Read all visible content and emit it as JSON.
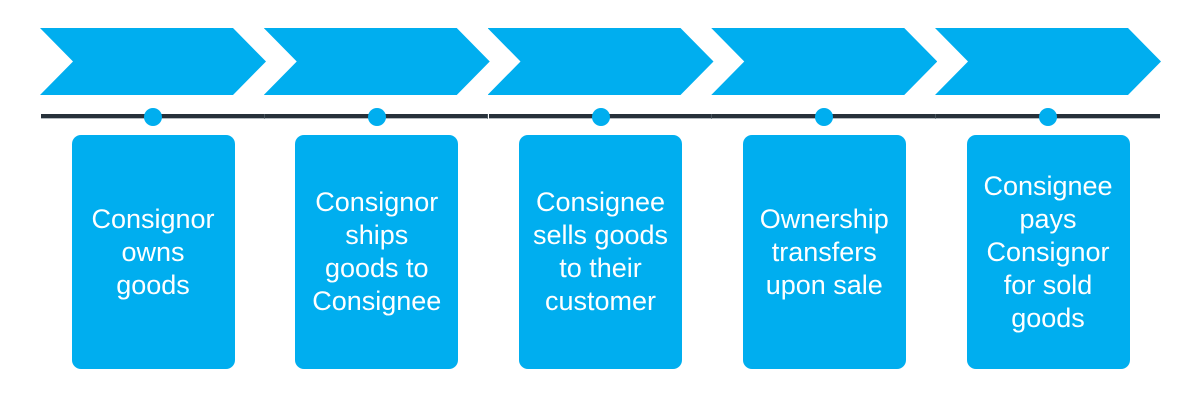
{
  "diagram": {
    "type": "process-timeline",
    "stage_count": 5,
    "colors": {
      "accent": "#00AEEF",
      "timeline": "#27313A",
      "timeline_edge": "#B3BABF",
      "timeline_seam": "#46525C",
      "text": "#FFFFFF",
      "background": "#FFFFFF"
    },
    "stages": [
      {
        "label": "Consignor owns goods",
        "lines": [
          "Consignor",
          "owns",
          "goods"
        ]
      },
      {
        "label": "Consignor ships goods to Consignee",
        "lines": [
          "Consignor",
          "ships",
          "goods to",
          "Consignee"
        ]
      },
      {
        "label": "Consignee sells goods to their customer",
        "lines": [
          "Consignee",
          "sells goods",
          "to their",
          "customer"
        ]
      },
      {
        "label": "Ownership transfers upon sale",
        "lines": [
          "Ownership",
          "transfers",
          "upon sale"
        ]
      },
      {
        "label": "Consignee pays Consignor for sold goods",
        "lines": [
          "Consignee",
          "pays",
          "Consignor",
          "for sold",
          "goods"
        ]
      }
    ]
  }
}
